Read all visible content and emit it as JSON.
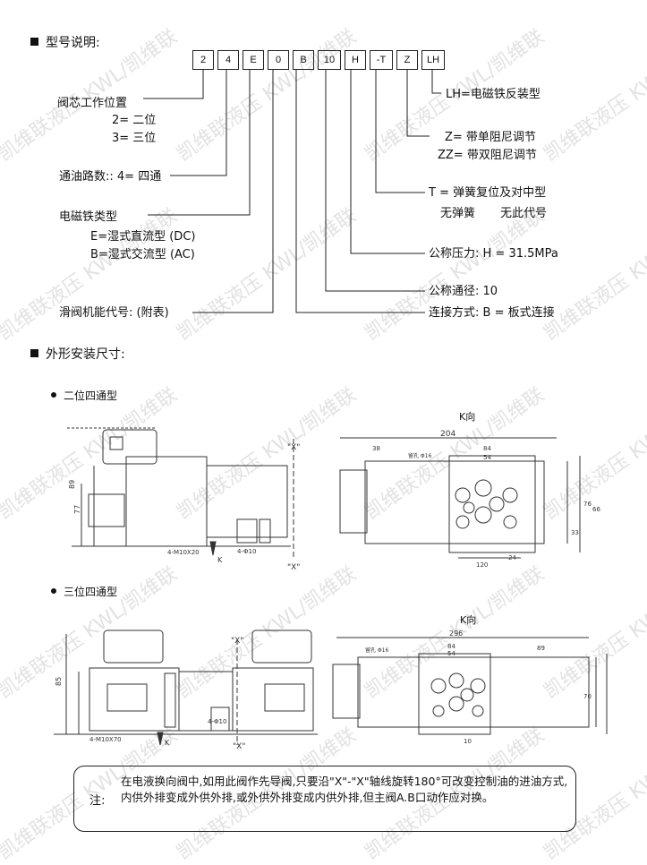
{
  "sections": {
    "model_heading": "型号说明:",
    "dimensions_heading": "外形安装尺寸:",
    "two_position_heading": "二位四通型",
    "three_position_heading": "三位四通型"
  },
  "model_code": [
    "2",
    "4",
    "E",
    "0",
    "B",
    "10",
    "H",
    "-T",
    "Z",
    "LH"
  ],
  "left_labels": {
    "spool_position": "阀芯工作位置",
    "two_pos": "2= 二位",
    "three_pos": "3= 三位",
    "ports": "通油路数:: 4= 四通",
    "solenoid_type": "电磁铁类型",
    "solenoid_e": "E=湿式直流型 (DC)",
    "solenoid_b": "B=湿式交流型 (AC)",
    "slide_function": "滑阀机能代号: (附表)"
  },
  "right_labels": {
    "lh": "LH=电磁铁反装型",
    "z": "Z= 带单阻尼调节",
    "zz": "ZZ= 带双阻尼调节",
    "t": "T = 弹簧复位及对中型",
    "no_spring": "无弹簧",
    "no_code": "无此代号",
    "pressure": "公称压力:  H = 31.5MPa",
    "diameter": "公称通径:  10",
    "connection": "连接方式:  B = 板式连接"
  },
  "drawing_labels": {
    "k_view_1": "K向",
    "k_view_2": "K向",
    "x_top_1": "\"X\"",
    "x_bottom_1": "\"X\"",
    "x_top_2": "\"X\"",
    "x_bottom_2": "\"X\"",
    "k_arrow_1": "K",
    "k_arrow_2": "K",
    "dim_204": "204",
    "dim_296": "296",
    "dim_38": "38",
    "dim_84": "84",
    "dim_54": "54",
    "dim_89": "89",
    "hole_label": "留孔 Φ16",
    "hole_label_2": "留孔 Φ16",
    "screw_1": "4-M10X20",
    "screw_2": "4-M10X70",
    "pin_1": "4-Φ10",
    "pin_2": "4-Φ10",
    "dim_77": "77",
    "dim_89v": "89",
    "dim_66": "66",
    "dim_76": "76",
    "dim_70": "70",
    "dim_33": "33",
    "dim_24": "24",
    "dim_120": "120",
    "dim_85": "85",
    "dim_10": "10"
  },
  "note": {
    "label": "注:",
    "text": "在电液换向阀中,如用此阀作先导阀,只要沿\"X\"-\"X\"轴线旋转180°可改变控制油的进油方式,内供外排变成外供外排,或外供外排变成内供外排,但主阀A.B口动作应对换。"
  },
  "watermark": "凯维联液压 KWL/凯维联"
}
